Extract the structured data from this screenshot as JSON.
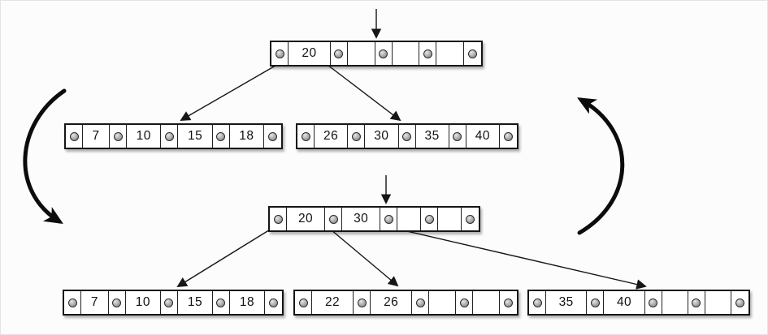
{
  "colors": {
    "background": "#fcfcfc",
    "node_fill": "#ffffff",
    "node_border": "#161616",
    "pointer_dot": "#9a9a9a",
    "arrow": "#161616"
  },
  "top_tree": {
    "root": {
      "keys": [
        "20",
        "",
        "",
        ""
      ]
    },
    "left_child": {
      "keys": [
        "7",
        "10",
        "15",
        "18"
      ]
    },
    "right_child": {
      "keys": [
        "26",
        "30",
        "35",
        "40"
      ]
    }
  },
  "bottom_tree": {
    "root": {
      "keys": [
        "20",
        "30",
        "",
        ""
      ]
    },
    "left_child": {
      "keys": [
        "7",
        "10",
        "15",
        "18"
      ]
    },
    "middle_child": {
      "keys": [
        "22",
        "26",
        "",
        ""
      ]
    },
    "right_child": {
      "keys": [
        "35",
        "40",
        "",
        ""
      ]
    }
  },
  "icons": {
    "top_insert_cursor": "down-arrow",
    "bottom_insert_cursor": "down-arrow",
    "left_cycle": "thick-curved-arrow-down",
    "right_cycle": "thick-curved-arrow-up",
    "pointer_slot": "gray-dot"
  }
}
